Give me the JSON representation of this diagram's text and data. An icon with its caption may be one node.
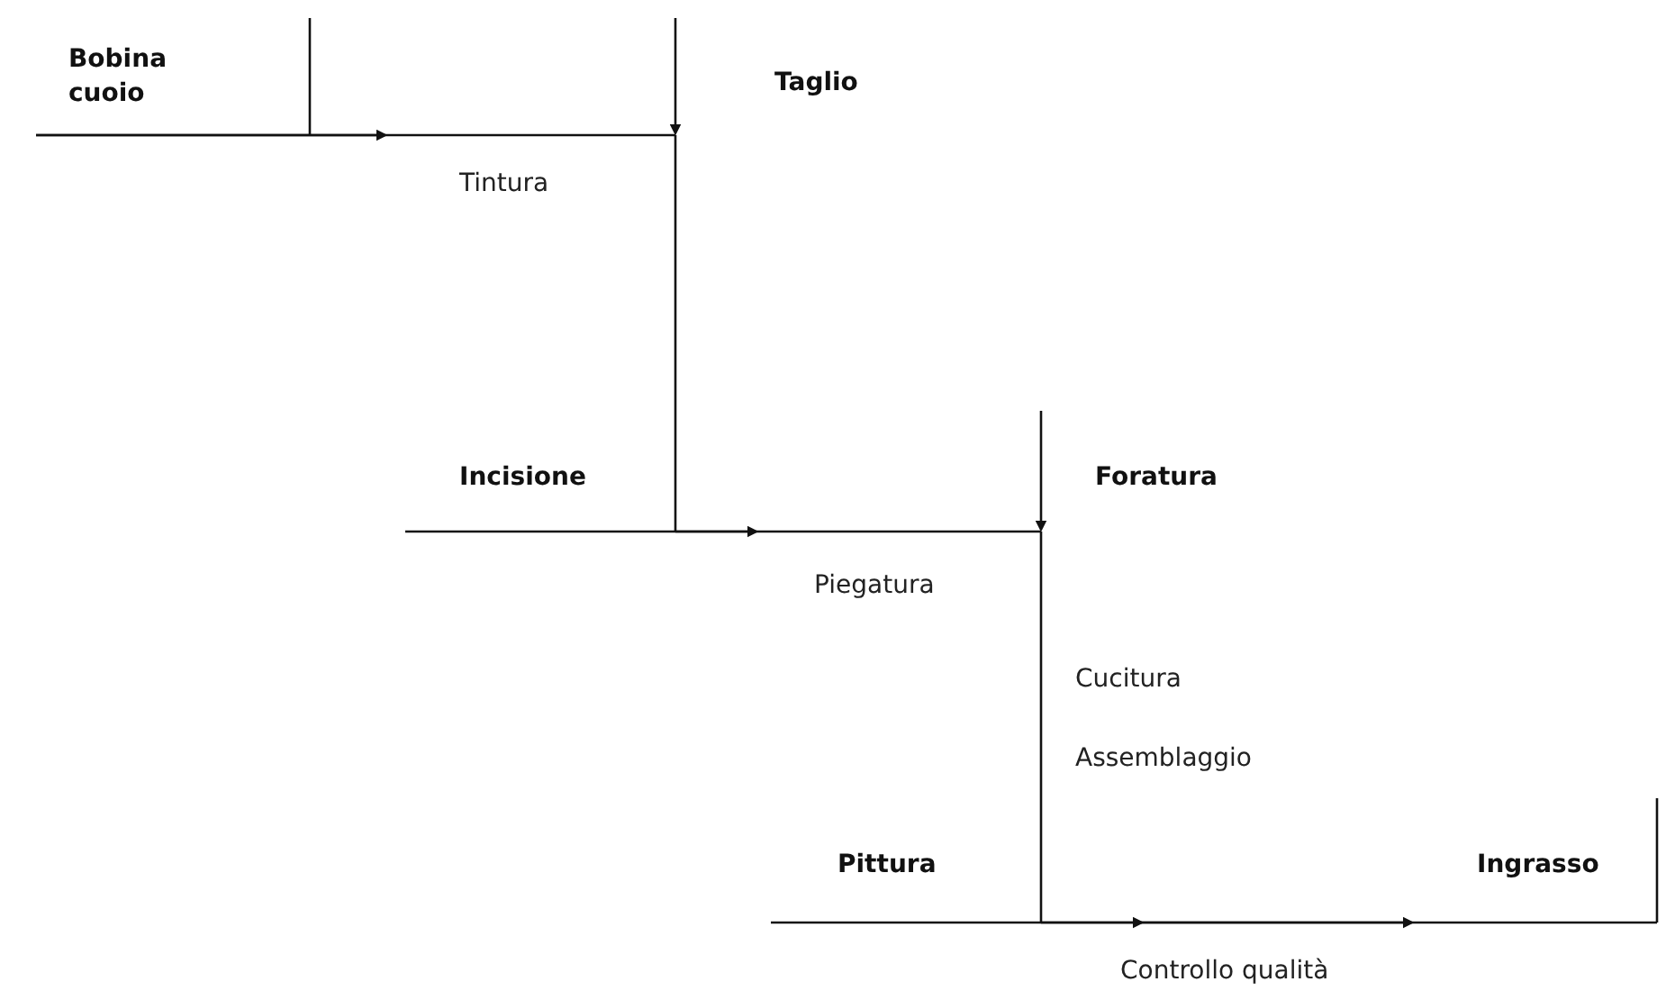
{
  "diagram": {
    "labels": [
      "Bobina cuoio",
      "Taglio",
      "Tintura",
      "Incisione",
      "Foratura",
      "Piegatura",
      "Cucitura",
      "Assemblaggio",
      "Pittura",
      "Ingrasso",
      "Controllo qualità"
    ]
  }
}
